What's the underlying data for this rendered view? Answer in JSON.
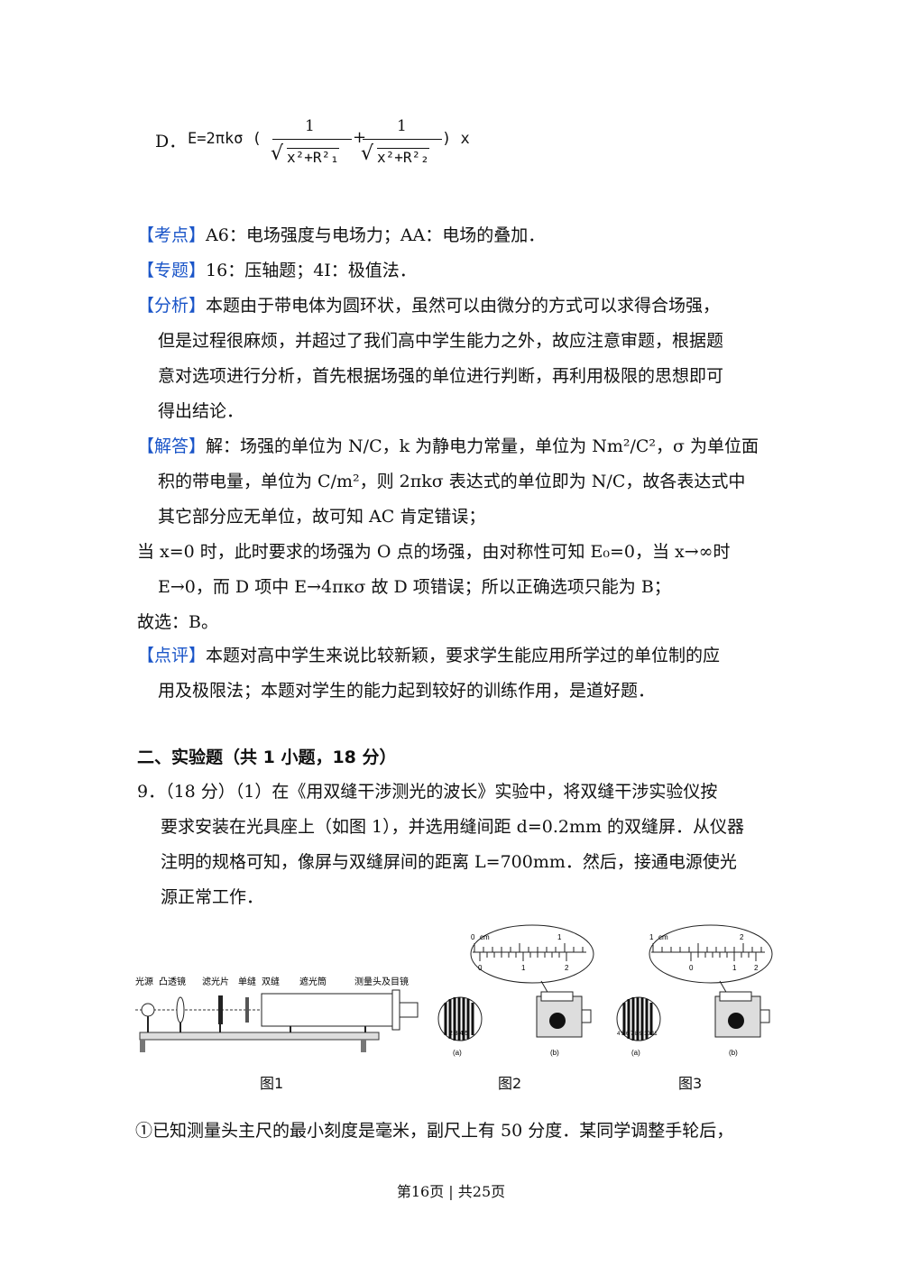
{
  "option_d": {
    "label": "D．",
    "formula_prefix": "E=2πkσ (",
    "num1": "1",
    "num2": "1",
    "den1": "x²+R²₁",
    "den2": "x²+R²₂",
    "plus": "+",
    "formula_suffix": ") x"
  },
  "kaodian": {
    "tag": "【考点】",
    "text": "A6：电场强度与电场力；AA：电场的叠加．"
  },
  "zhuanti": {
    "tag": "【专题】",
    "text": "16：压轴题；4I：极值法．"
  },
  "fenxi": {
    "tag": "【分析】",
    "lines": [
      "本题由于带电体为圆环状，虽然可以由微分的方式可以求得合场强，",
      "但是过程很麻烦，并超过了我们高中学生能力之外，故应注意审题，根据题",
      "意对选项进行分析，首先根据场强的单位进行判断，再利用极限的思想即可",
      "得出结论．"
    ]
  },
  "jieda": {
    "tag": "【解答】",
    "lines": [
      "解：场强的单位为 N/C，k 为静电力常量，单位为 Nm²/C²，σ 为单位面",
      "积的带电量，单位为 C/m²，则 2πkσ 表达式的单位即为 N/C，故各表达式中",
      "其它部分应无单位，故可知 AC 肯定错误；",
      "当 x=0 时，此时要求的场强为 O 点的场强，由对称性可知 E₀=0，当 x→∞时",
      "E→0，而 D 项中 E→4πκσ 故 D 项错误；所以正确选项只能为 B；",
      "故选：B。"
    ]
  },
  "dianping": {
    "tag": "【点评】",
    "lines": [
      "本题对高中学生来说比较新颖，要求学生能应用所学过的单位制的应",
      "用及极限法；本题对学生的能力起到较好的训练作用，是道好题．"
    ]
  },
  "section_title": "二、实验题（共 1 小题，18 分）",
  "question9": {
    "lines": [
      "9．（18 分）（1）在《用双缝干涉测光的波长》实验中，将双缝干涉实验仪按",
      "要求安装在光具座上（如图 1），并选用缝间距 d=0.2mm 的双缝屏．从仪器",
      "注明的规格可知，像屏与双缝屏间的距离 L=700mm．然后，接通电源使光",
      "源正常工作．"
    ]
  },
  "figure1": {
    "caption": "图1",
    "labels": [
      "光源",
      "凸透镜",
      "滤光片",
      "单缝",
      "双缝",
      "遮光筒",
      "测量头及目镜"
    ]
  },
  "figure2": {
    "caption": "图2",
    "scale_unit": "cm",
    "main_ticks": [
      "0",
      "1"
    ],
    "vernier_ticks": [
      "0",
      "1",
      "2"
    ],
    "fringe_numbers": "1 2 3 4 5",
    "sub_a": "(a)",
    "sub_b": "(b)"
  },
  "figure3": {
    "caption": "图3",
    "scale_unit": "cm",
    "main_ticks": [
      "1",
      "2"
    ],
    "vernier_ticks": [
      "0",
      "1",
      "2"
    ],
    "fringe_numbers": "4 5 6 7 8 9 10 11",
    "sub_a": "(a)",
    "sub_b": "(b)"
  },
  "last_line": "①已知测量头主尺的最小刻度是毫米，副尺上有 50 分度．某同学调整手轮后，",
  "footer": "第16页 | 共25页"
}
